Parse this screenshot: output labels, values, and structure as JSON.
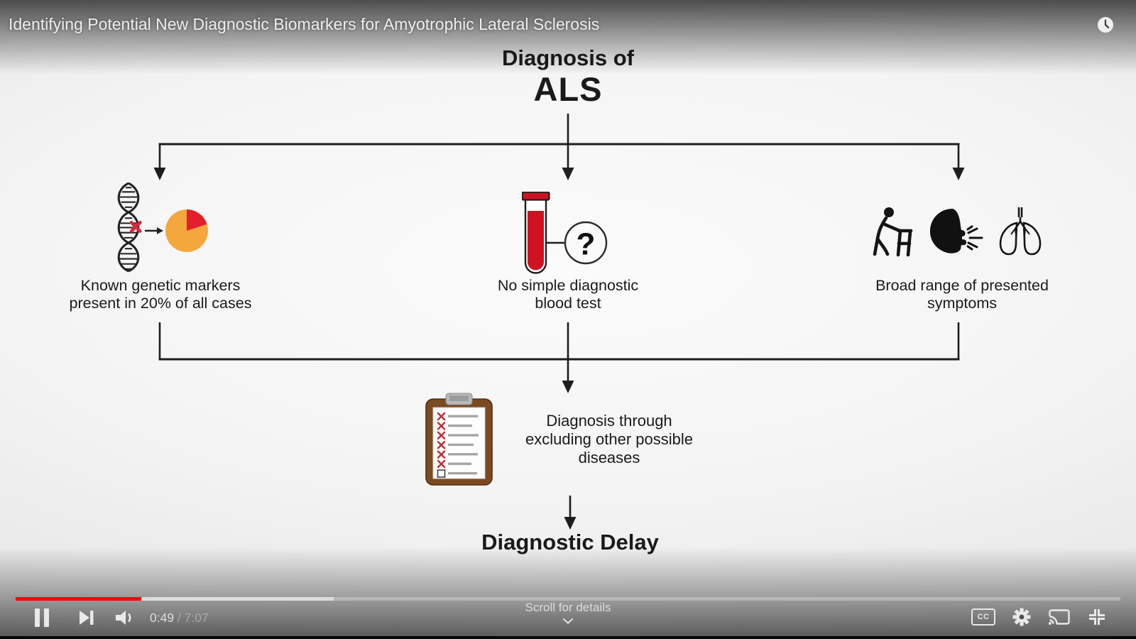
{
  "player": {
    "overlay_title": "Identifying Potential New Diagnostic Biomarkers for Amyotrophic Lateral Sclerosis",
    "progress": {
      "played_percent": 11.4,
      "buffered_percent": 28.8,
      "played_color": "#ff0000"
    },
    "controls": {
      "current_time": "0:49",
      "separator": " / ",
      "duration": "7:07",
      "scroll_hint": "Scroll for details",
      "cc_label": "CC"
    },
    "icons": [
      "watch-later-clock",
      "pause",
      "next",
      "volume",
      "closed-captions",
      "settings-gear",
      "cast",
      "exit-fullscreen",
      "scroll-chevron"
    ]
  },
  "diagram": {
    "title_line1": "Diagnosis of",
    "title_line2": "ALS",
    "branches": [
      {
        "id": "genetic-markers",
        "caption": [
          "Known genetic markers",
          "present in 20% of all cases"
        ],
        "icons": [
          "dna-with-mutation",
          "pie-chart"
        ]
      },
      {
        "id": "blood-test",
        "caption": [
          "No simple diagnostic",
          "blood test"
        ],
        "icons": [
          "test-tube",
          "question-circle"
        ],
        "question_mark": "?"
      },
      {
        "id": "symptoms",
        "caption": [
          "Broad range of presented",
          "symptoms"
        ],
        "icons": [
          "person-with-walker",
          "coughing-head",
          "lungs"
        ]
      }
    ],
    "pie": {
      "slice_percent": 20,
      "slice_color": "#e31e2d",
      "base_color": "#f3a73c"
    },
    "merge_caption": [
      "Diagnosis through",
      "excluding other possible",
      "diseases"
    ],
    "merge_icon": "clipboard-checklist",
    "result_label": "Diagnostic Delay",
    "line_color": "#1e1e1e"
  }
}
